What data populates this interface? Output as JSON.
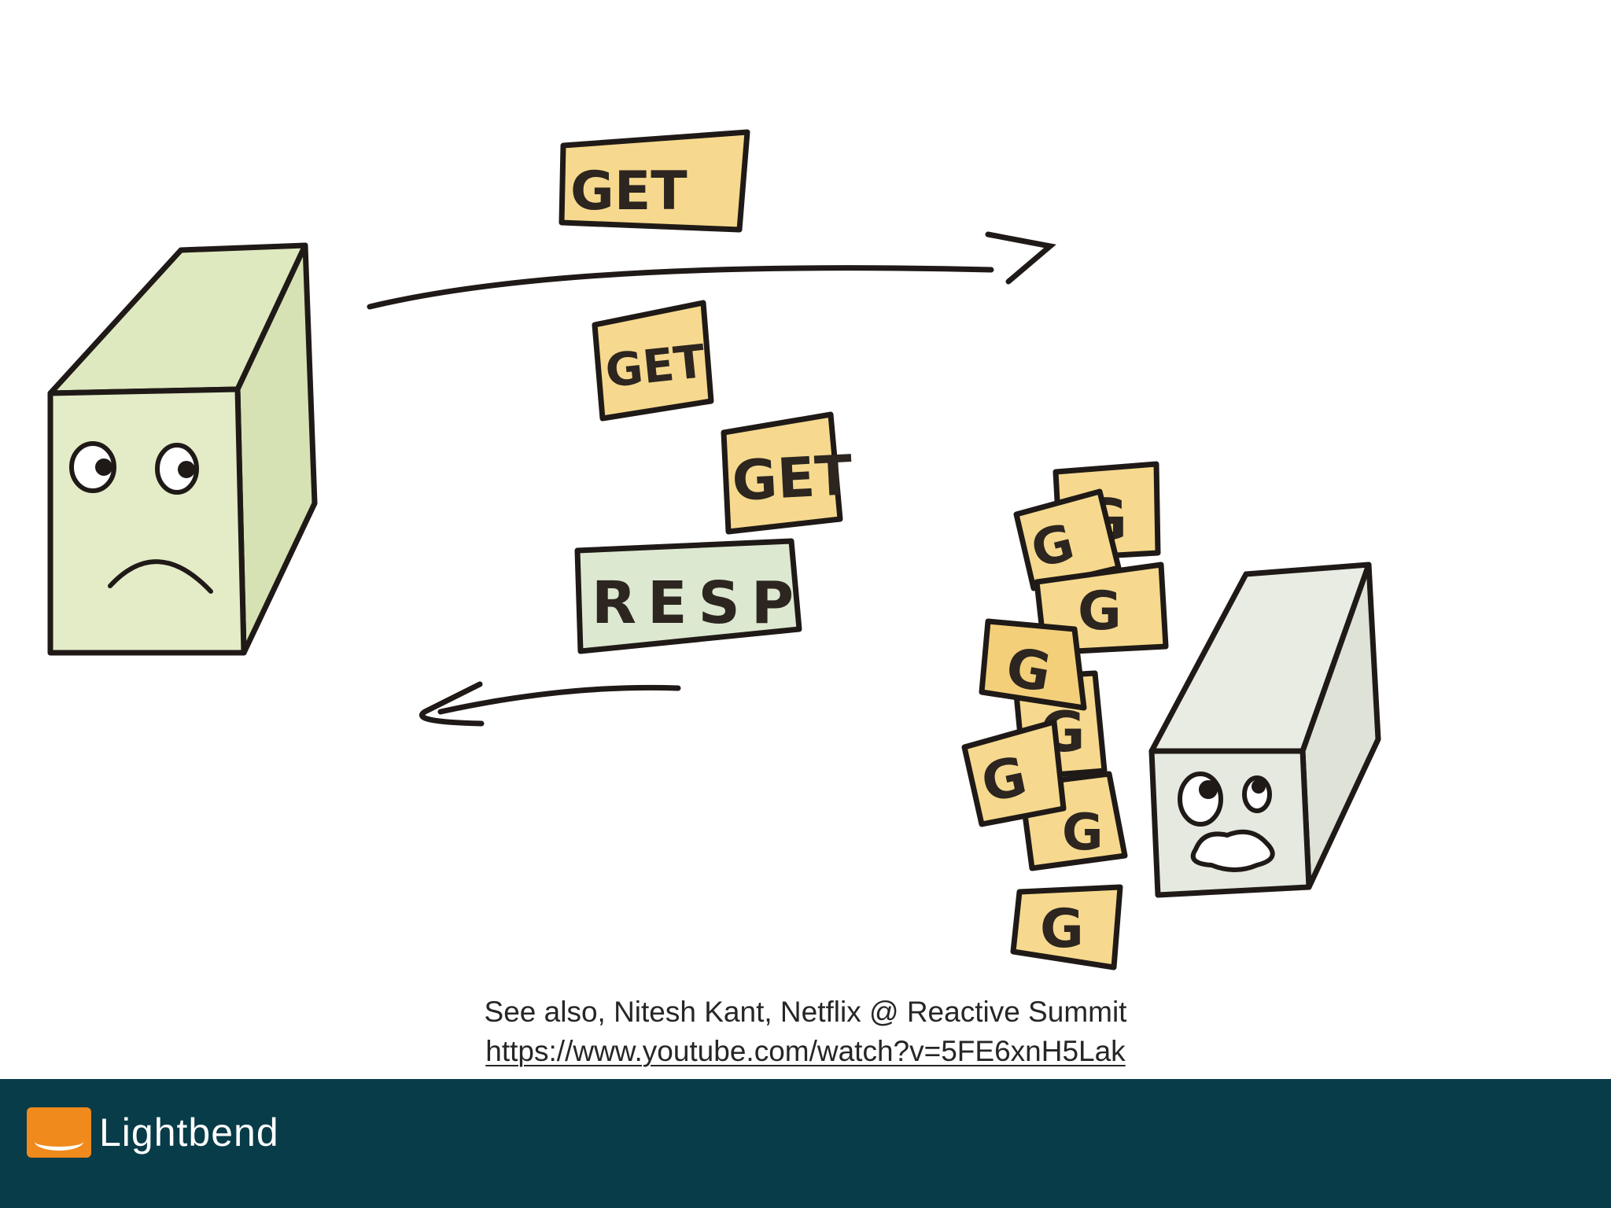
{
  "diagram": {
    "get_label": "GET",
    "resp_label": "RESP",
    "g_label": "G",
    "colors": {
      "ink": "#1f1a17",
      "get_fill": "#f6d98e",
      "resp_fill": "#dde8d0",
      "client_fill": "#e3ecc6",
      "server_fill": "#e6e9df"
    }
  },
  "caption": {
    "line1": "See also, Nitesh Kant, Netflix @ Reactive Summit",
    "link": "https://www.youtube.com/watch?v=5FE6xnH5Lak"
  },
  "footer": {
    "logo_text": "Lightbend",
    "logo_icon": "lightbend-logo-icon"
  }
}
